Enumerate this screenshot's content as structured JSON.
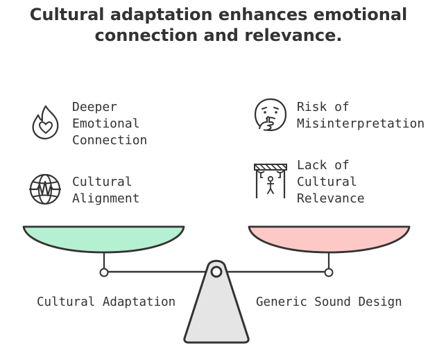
{
  "title": {
    "line1": "Cultural adaptation enhances emotional",
    "line2": "connection and relevance."
  },
  "left_side": {
    "name": "Cultural Adaptation",
    "pan_color": "#b6f0d2",
    "benefits": [
      {
        "icon": "flame-heart-icon",
        "lines": [
          "Deeper",
          "Emotional",
          "Connection"
        ]
      },
      {
        "icon": "globe-wave-icon",
        "lines": [
          "Cultural",
          "Alignment"
        ]
      }
    ]
  },
  "right_side": {
    "name": "Generic Sound Design",
    "pan_color": "#fcc9c6",
    "risks": [
      {
        "icon": "confused-face-icon",
        "lines": [
          "Risk of",
          "Misinterpretation"
        ]
      },
      {
        "icon": "empty-stage-icon",
        "lines": [
          "Lack of",
          "Cultural",
          "Relevance"
        ]
      }
    ]
  },
  "colors": {
    "stroke": "#333333",
    "fulcrum": "#e5e5e5",
    "text": "#333333"
  }
}
